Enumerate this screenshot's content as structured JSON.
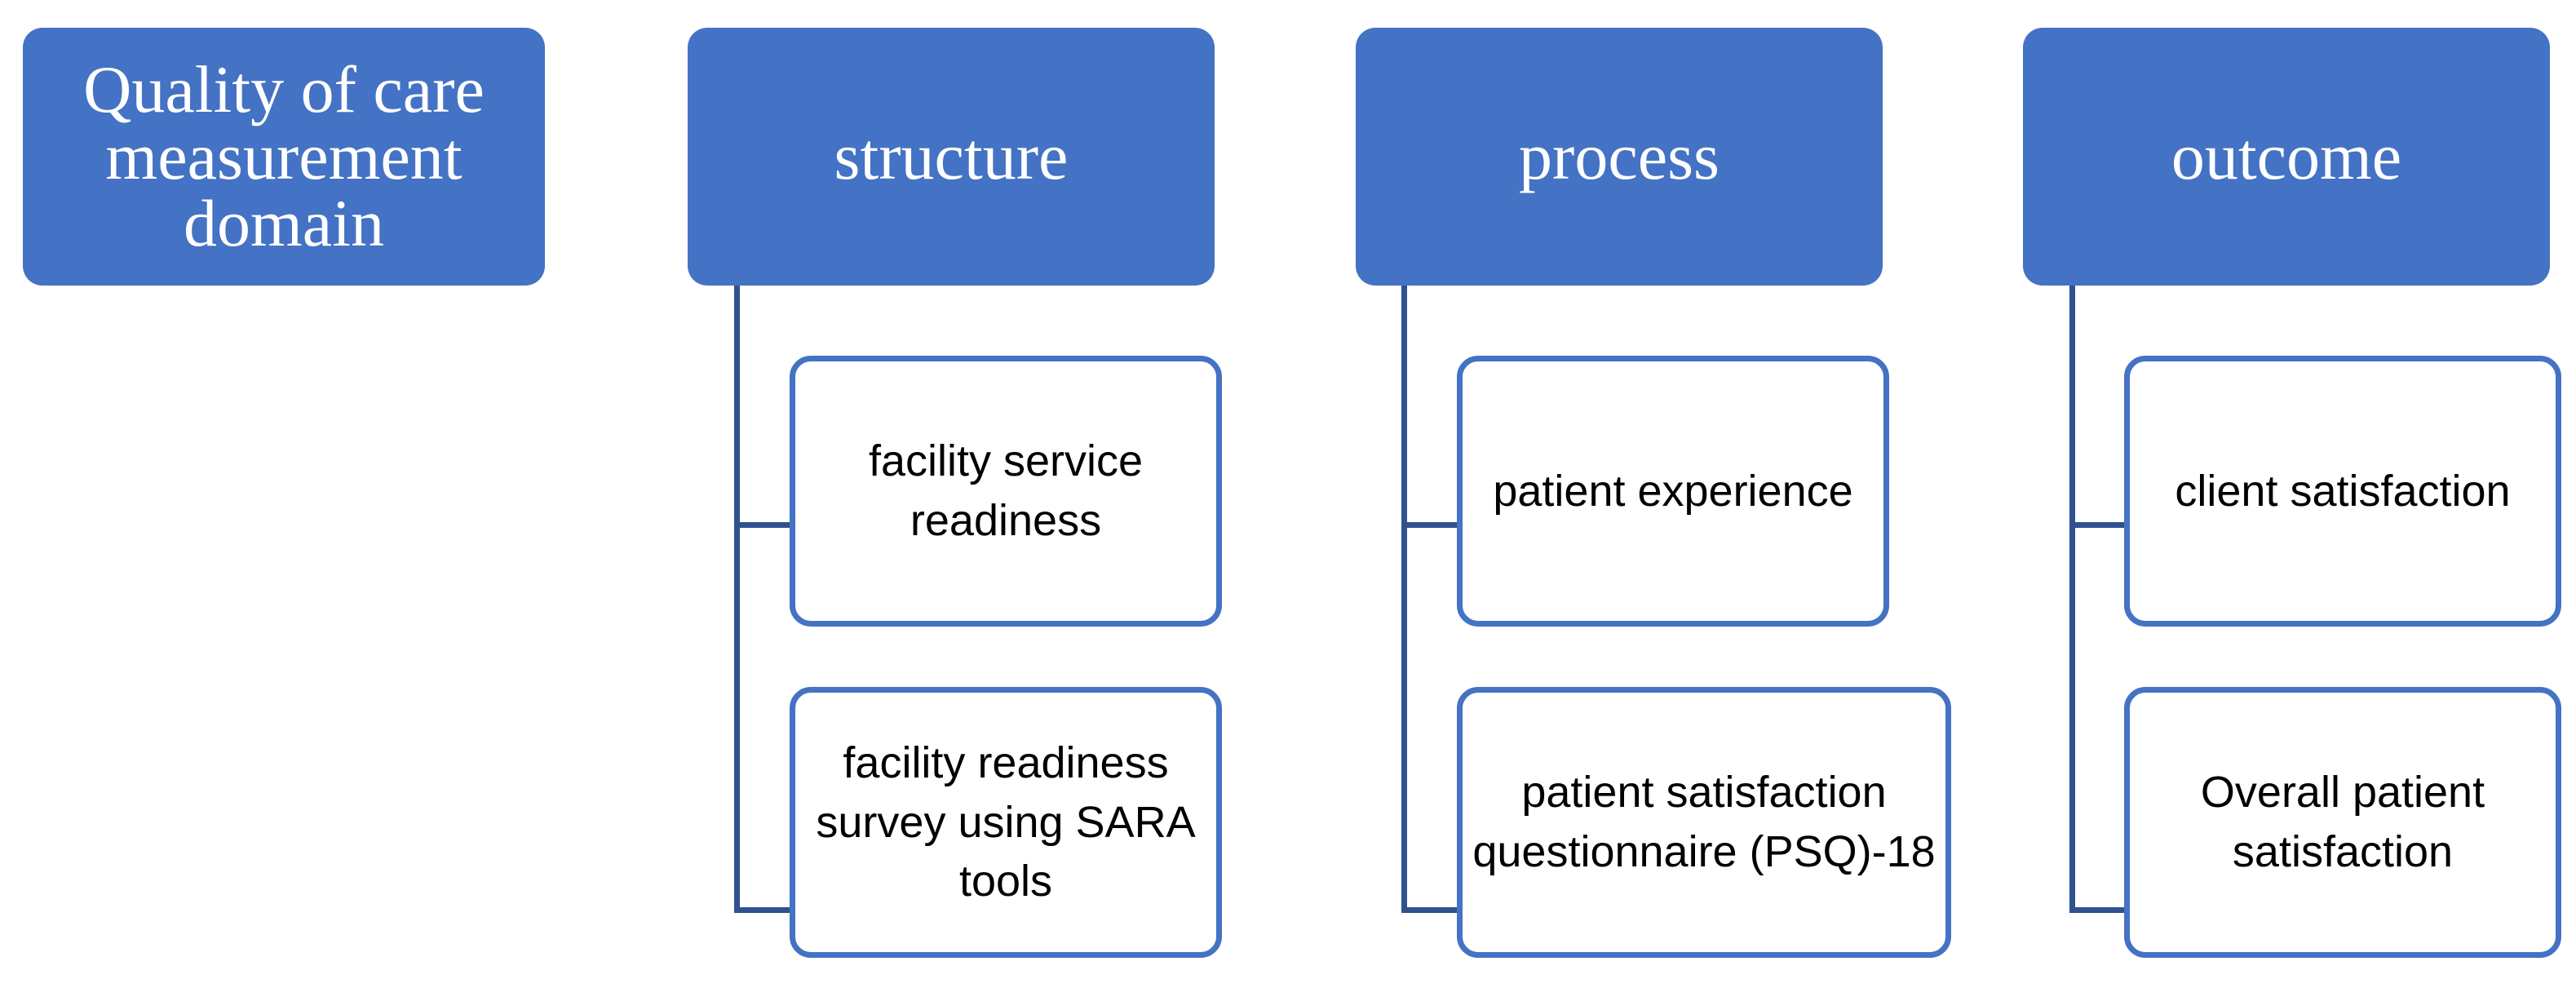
{
  "diagram": {
    "root": {
      "label": "Quality of care measurement domain"
    },
    "columns": [
      {
        "label": "structure",
        "items": [
          {
            "label": "facility service readiness"
          },
          {
            "label": "facility readiness survey using SARA tools"
          }
        ]
      },
      {
        "label": "process",
        "items": [
          {
            "label": "patient experience"
          },
          {
            "label": "patient satisfaction questionnaire (PSQ)-18"
          }
        ]
      },
      {
        "label": "outcome",
        "items": [
          {
            "label": "client satisfaction"
          },
          {
            "label": "Overall patient satisfaction"
          }
        ]
      }
    ],
    "colors": {
      "header_fill": "#4472c4",
      "header_text": "#ffffff",
      "child_border": "#4472c4",
      "child_fill": "#ffffff",
      "child_text": "#000000",
      "connector": "#2f528f"
    }
  }
}
